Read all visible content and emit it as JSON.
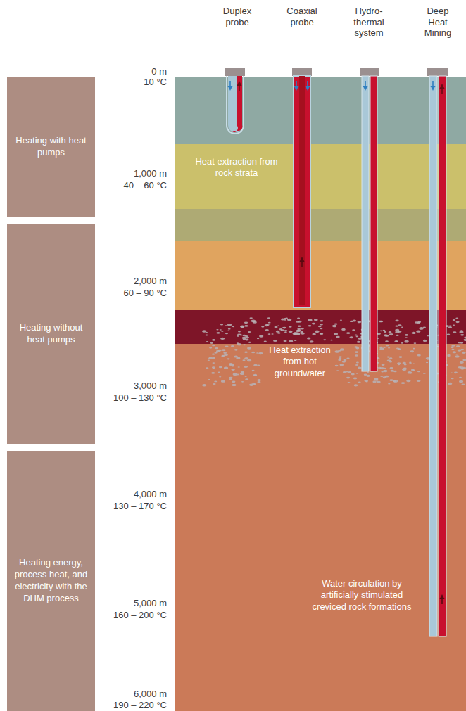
{
  "diagram": {
    "nodes": [
      {
        "text": [
          "Heating with heat pumps"
        ]
      },
      {
        "text": [
          "Heating without heat pumps"
        ]
      },
      {
        "text": [
          "Heating energy, process heat, and electricity with the DHM process"
        ]
      }
    ],
    "labels": [
      "Duplex probe",
      "Coaxial probe",
      "Hydro- thermal system",
      "Deep Heat Mining",
      "0 m",
      "10 °C",
      "1,000 m",
      "40 – 60 °C",
      "2,000 m",
      "60 – 90 °C",
      "3,000 m",
      "100 – 130 °C",
      "4,000 m",
      "130 – 170 °C",
      "5,000 m",
      "160 – 200 °C",
      "6,000 m",
      "190 – 220 °C",
      "Heat extraction from rock strata",
      "Heat extraction from hot groundwater",
      "Water circulation by artificially stimulated creviced rock formations"
    ]
  }
}
